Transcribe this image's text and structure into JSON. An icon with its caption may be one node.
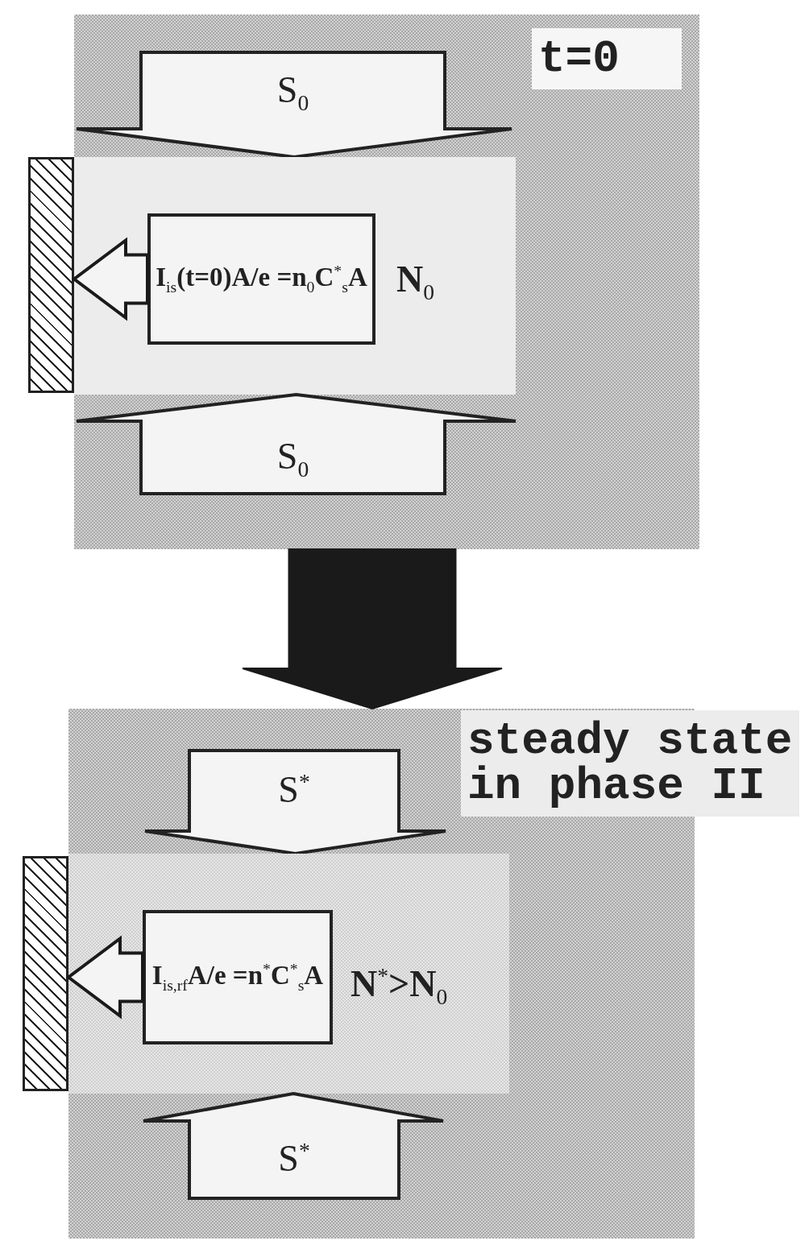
{
  "diagram": {
    "nodes": [
      {
        "text": [
          "t=0"
        ]
      },
      {
        "text": [
          "S$_{0}$"
        ],
        "in": 0
      },
      {
        "text": [
          "N$_{0}$"
        ],
        "in": 0
      },
      {
        "text": [
          "I$_{is}$(t=0)A/e =n$_{0}$C$^{*}$$_{s}$A"
        ],
        "in": 2
      },
      {
        "text": [],
        "shape": "box"
      },
      {
        "text": [
          "S$_{0}$"
        ],
        "in": 0
      },
      {
        "text": [
          "steady state in phase II"
        ]
      },
      {
        "text": [
          "S$^{*}$"
        ],
        "in": 6
      },
      {
        "text": [
          "N$^{*}$>N$_{0}$"
        ],
        "in": 6
      },
      {
        "text": [
          "I$_{is,rf}$A/e =n$^{*}$C$^{*}$$_{s}$A"
        ],
        "in": 8
      },
      {
        "text": [],
        "shape": "box"
      },
      {
        "text": [
          "S$^{*}$"
        ],
        "in": 6
      }
    ],
    "edges": [
      {
        "from": 3,
        "to": 4,
        "arrow": "to"
      },
      {
        "from": 0,
        "to": 6,
        "arrow": "to",
        "style": "thick"
      },
      {
        "from": 9,
        "to": 10,
        "arrow": "to"
      }
    ]
  }
}
